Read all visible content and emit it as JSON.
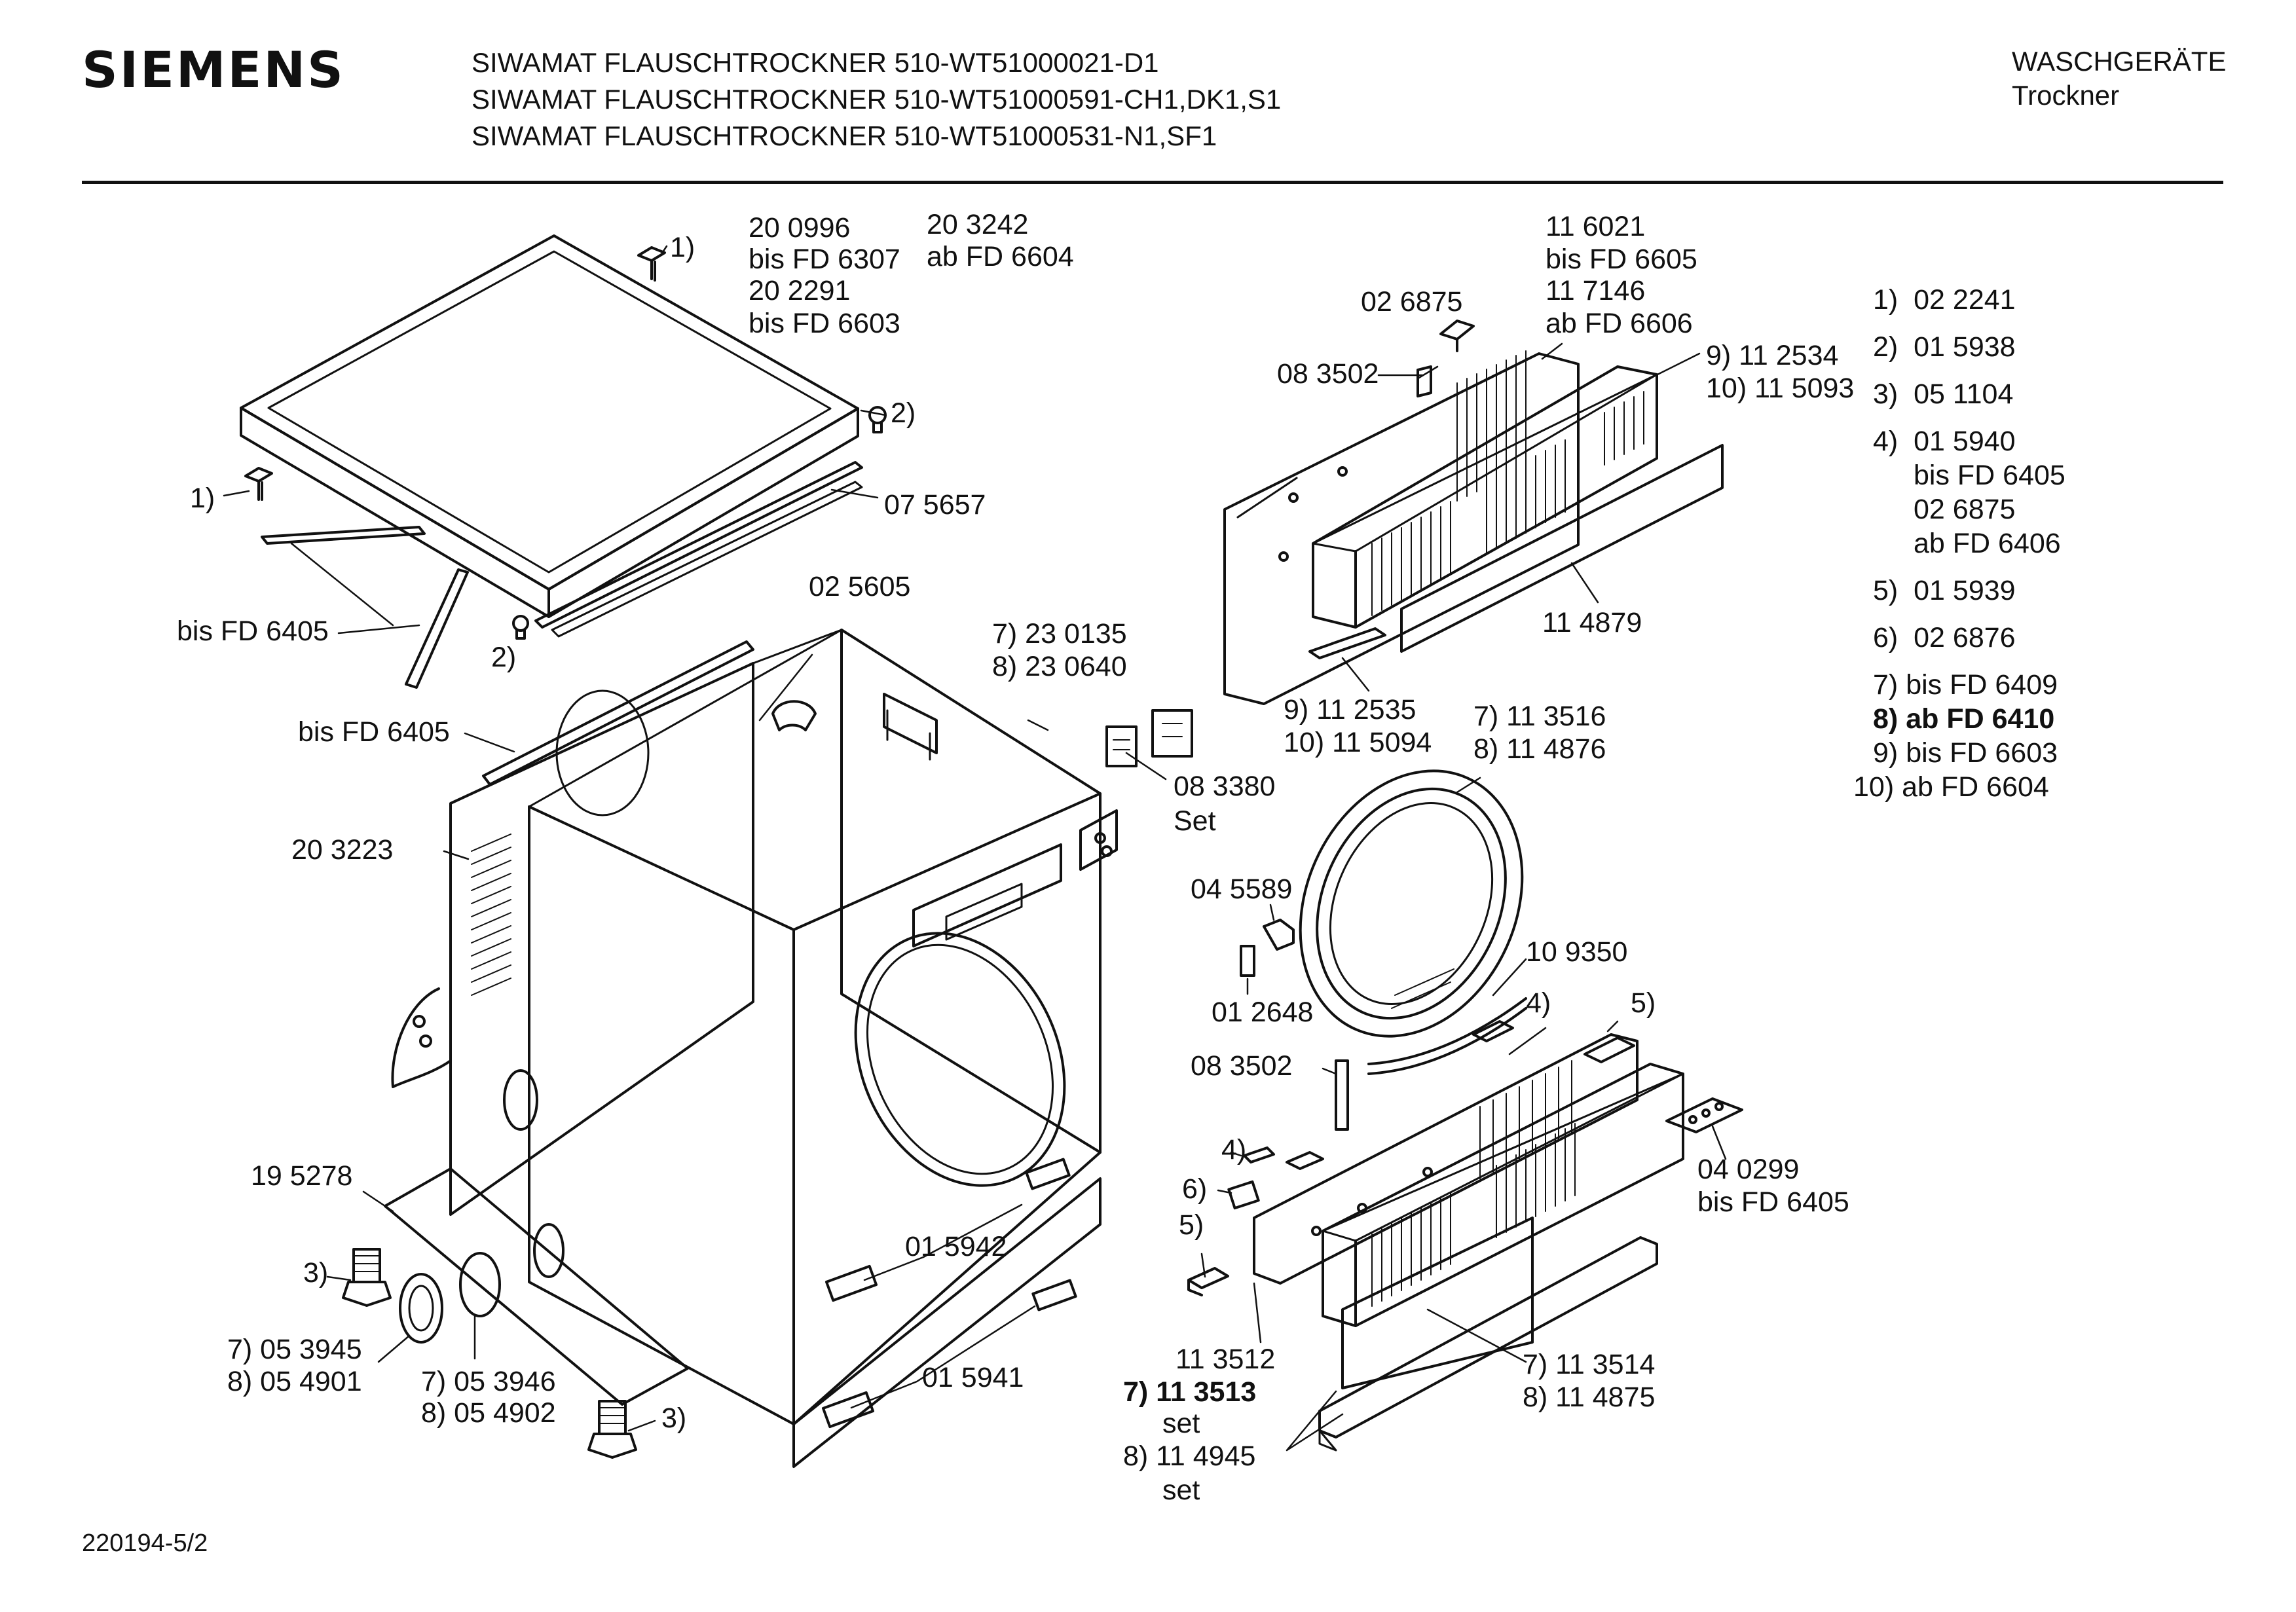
{
  "header": {
    "brand": "SIEMENS",
    "titles": [
      "SIWAMAT FLAUSCHTROCKNER 510-WT51000021-D1",
      "SIWAMAT FLAUSCHTROCKNER 510-WT51000591-CH1,DK1,S1",
      "SIWAMAT FLAUSCHTROCKNER 510-WT51000531-N1,SF1"
    ],
    "category": "WASCHGERÄTE",
    "subcategory": "Trockner"
  },
  "footer": {
    "doc_id": "220194-5/2"
  },
  "labels": {
    "top_200996": "20 0996",
    "top_bis6307": "bis FD 6307",
    "top_202291": "20 2291",
    "top_bis6603": "bis FD 6603",
    "top_203242": "20 3242",
    "top_ab6604": "ab FD 6604",
    "lid_fn1a": "1)",
    "lid_fn1b": "1)",
    "lid_fn2a": "2)",
    "lid_fn2b": "2)",
    "l_075657": "07 5657",
    "l_bis6405a": "bis FD 6405",
    "l_025605": "02 5605",
    "l_7_230135": "7) 23 0135",
    "l_8_230640": "8) 23 0640",
    "l_bis6405b": "bis FD 6405",
    "l_203223": "20 3223",
    "l_083380": "08 3380",
    "l_set1": "Set",
    "l_195278": "19 5278",
    "l_fn3a": "3)",
    "l_fn3b": "3)",
    "l_7_053945": "7) 05 3945",
    "l_8_054901": "8) 05 4901",
    "l_7_053946": "7) 05 3946",
    "l_8_054902": "8) 05 4902",
    "l_015942": "01 5942",
    "l_015941": "01 5941",
    "r_116021": "11 6021",
    "r_bis6605": "bis FD 6605",
    "r_117146": "11 7146",
    "r_ab6606": "ab FD 6606",
    "r_026875": "02 6875",
    "r_083502a": "08 3502",
    "r_9_112534": "9) 11 2534",
    "r_10_115093": "10) 11 5093",
    "r_114879": "11 4879",
    "r_9_112535": "9) 11 2535",
    "r_10_115094": "10) 11 5094",
    "r_7_113516": "7) 11 3516",
    "r_8_114876": "8) 11 4876",
    "r_045589": "04 5589",
    "r_012648": "01 2648",
    "r_109350": "10 9350",
    "r_fn4a": "4)",
    "r_fn5a": "5)",
    "r_083502b": "08 3502",
    "r_fn4b": "4)",
    "r_fn6": "6)",
    "r_fn5b": "5)",
    "r_040299": "04 0299",
    "r_bis6405": "bis FD 6405",
    "r_113512": "11 3512",
    "r_7_113513": "7) 11 3513",
    "r_set2": "set",
    "r_8_114945": "8) 11 4945",
    "r_set3": "set",
    "r_7_113514": "7) 11 3514",
    "r_8_114875": "8) 11 4875"
  },
  "legend": [
    {
      "key": "1)",
      "text": "02 2241"
    },
    {
      "key": "2)",
      "text": "01 5938"
    },
    {
      "key": "3)",
      "text": "05 1104"
    },
    {
      "key": "4)",
      "text": "01 5940"
    },
    {
      "key": "",
      "text": "bis FD 6405"
    },
    {
      "key": "",
      "text": "02 6875"
    },
    {
      "key": "",
      "text": "ab FD 6406"
    },
    {
      "key": "5)",
      "text": "01 5939"
    },
    {
      "key": "6)",
      "text": "02 6876"
    },
    {
      "key": "7)",
      "text": "bis FD 6409"
    },
    {
      "key": "8)",
      "text": "ab FD 6410"
    },
    {
      "key": "9)",
      "text": "bis FD 6603"
    },
    {
      "key": "10)",
      "text": "ab FD 6604"
    }
  ]
}
